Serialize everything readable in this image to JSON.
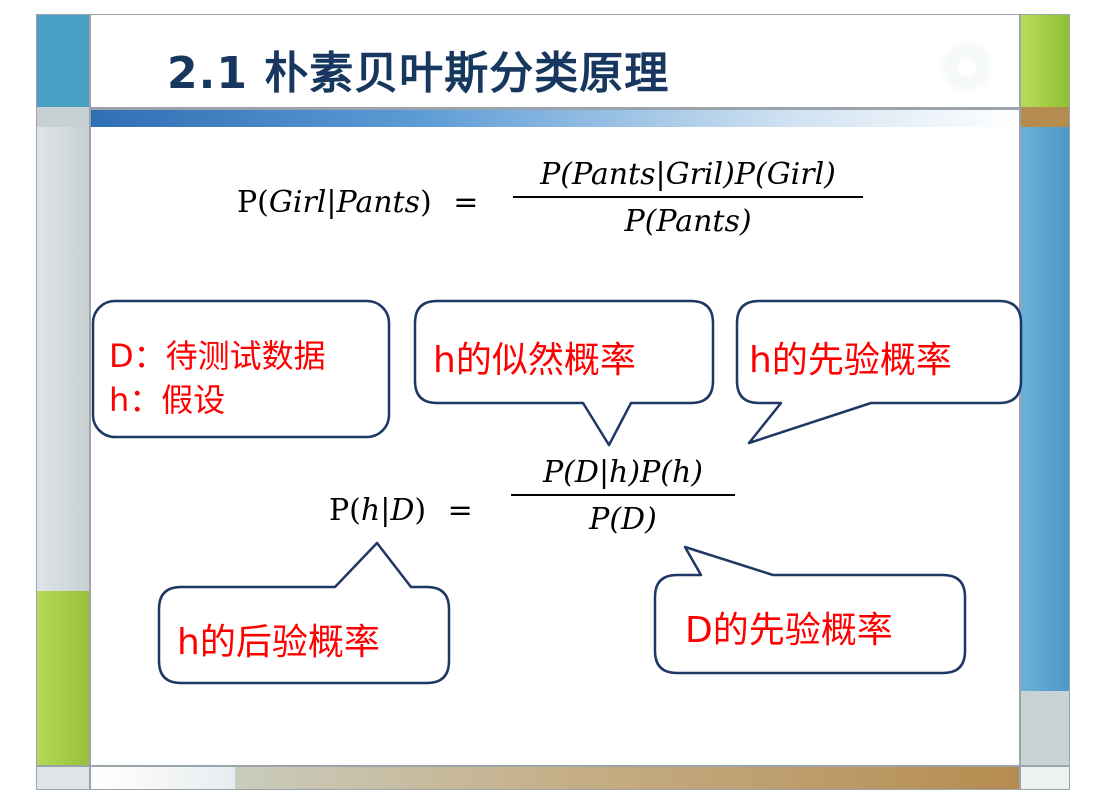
{
  "title": "2.1 朴素贝叶斯分类原理",
  "formula1": {
    "lhs_prefix": "P(",
    "lhs_var": "Girl|Pants",
    "lhs_suffix": ")",
    "equals": "=",
    "numerator": "P(Pants|Gril)P(Girl)",
    "denominator": "P(Pants)"
  },
  "formula2": {
    "lhs_prefix": "P(",
    "lhs_var": "h|D",
    "lhs_suffix": ")",
    "equals": "=",
    "numerator": "P(D|h)P(h)",
    "denominator": "P(D)"
  },
  "callouts": {
    "legend_line1": "D：待测试数据",
    "legend_line2": "h：假设",
    "likelihood": "h的似然概率",
    "prior_h": "h的先验概率",
    "posterior": "h的后验概率",
    "prior_d": "D的先验概率"
  },
  "colors": {
    "title": "#17375e",
    "callout_text": "#ff0000",
    "callout_border": "#1f3864",
    "accent_green": "#99cc33",
    "accent_blue": "#5b9bd5",
    "accent_brown": "#b58c50"
  }
}
